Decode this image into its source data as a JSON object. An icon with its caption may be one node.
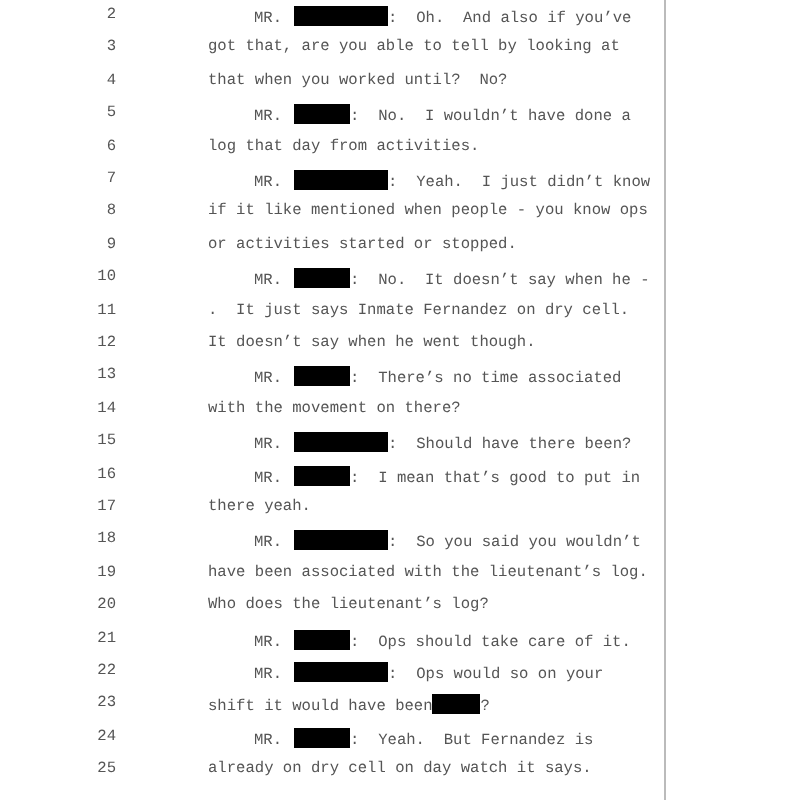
{
  "diagram": {
    "labels": [
      "2",
      "MR.",
      ":  Oh.  And also if you’ve",
      "3",
      "got that, are you able to tell by looking at",
      "4",
      "that when you worked until?  No?",
      "5",
      "MR.",
      ":  No.  I wouldn’t have done a",
      "6",
      "log that day from activities.",
      "7",
      "MR.",
      ":  Yeah.  I just didn’t know",
      "8",
      "if it like mentioned when people - you know ops",
      "9",
      "or activities started or stopped.",
      "10",
      "MR.",
      ":  No.  It doesn’t say when he -",
      "11",
      ".  It just says Inmate Fernandez on dry cell.",
      "12",
      "It doesn’t say when he went though.",
      "13",
      "MR.",
      ":  There’s no time associated",
      "14",
      "with the movement on there?",
      "15",
      "MR.",
      ":  Should have there been?",
      "16",
      "MR.",
      ":  I mean that’s good to put in",
      "17",
      "there yeah.",
      "18",
      "MR.",
      ":  So you said you wouldn’t",
      "19",
      "have been associated with the lieutenant’s log.",
      "20",
      "Who does the lieutenant’s log?",
      "21",
      "MR.",
      ":  Ops should take care of it.",
      "22",
      "MR.",
      ":  Ops would so on your",
      "23",
      "shift it would have been",
      "?",
      "24",
      "MR.",
      ":  Yeah.  But Fernandez is",
      "25",
      "already on dry cell on day watch it says."
    ]
  }
}
